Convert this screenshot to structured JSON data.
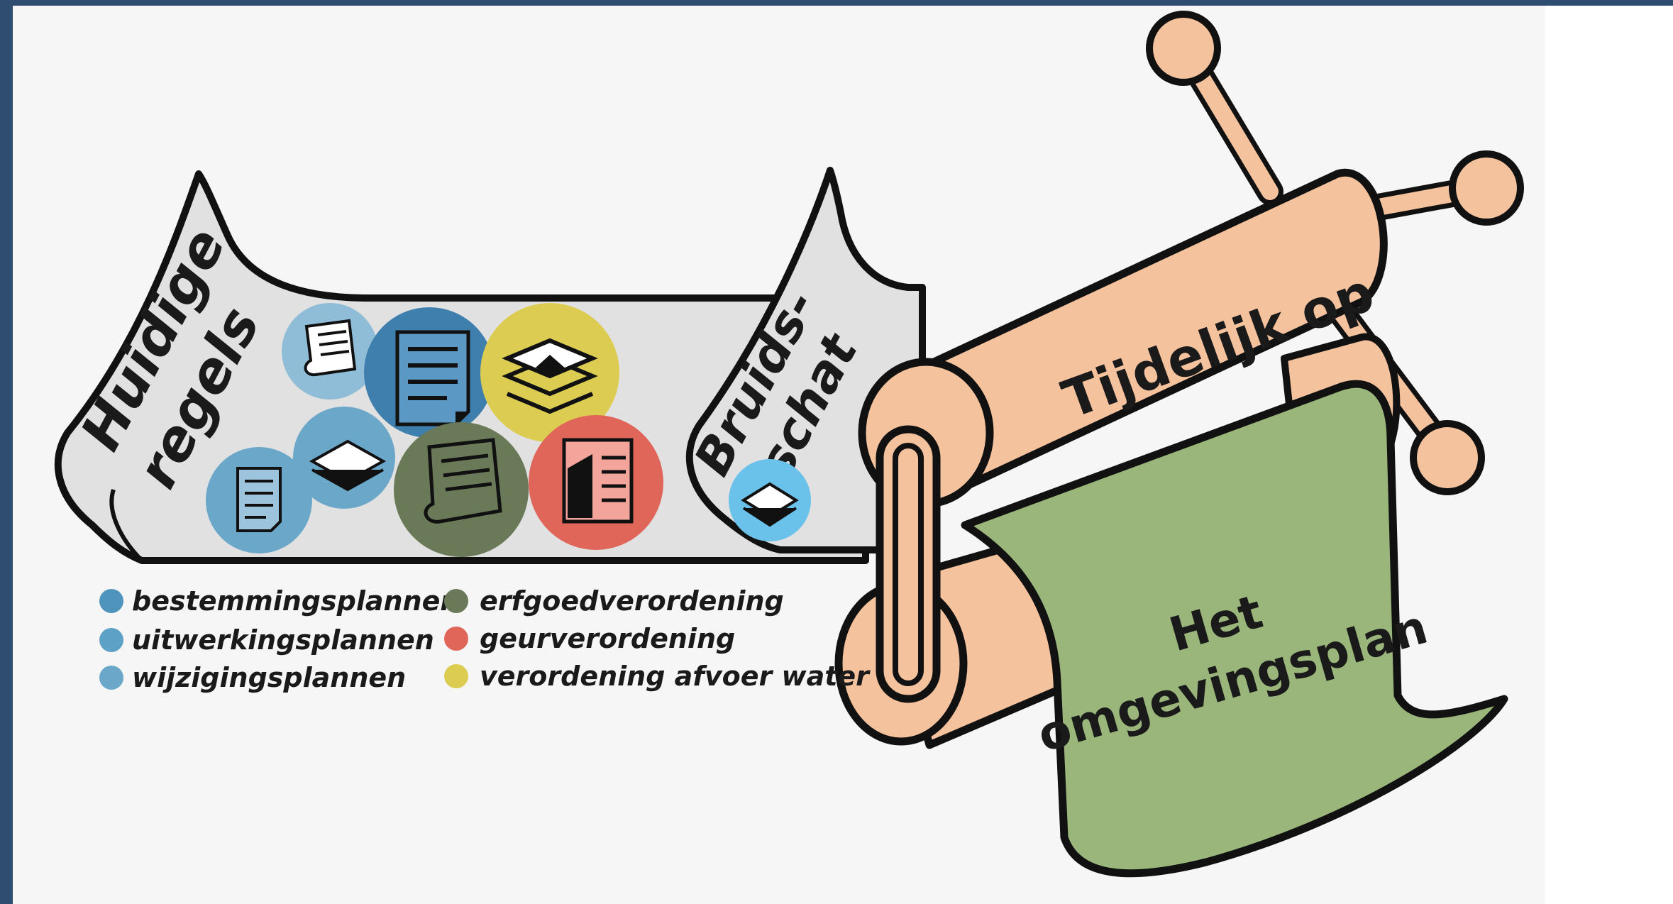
{
  "diagram": {
    "left_scroll_title": "Huidige regels",
    "left_scroll_title_lines": [
      "Huidige",
      "regels"
    ],
    "middle_scroll_title_lines": [
      "Bruids-",
      "schat"
    ],
    "roller_label": "Tijdelijk op",
    "output_label_lines": [
      "Het",
      "omgevingsplan"
    ]
  },
  "legend": {
    "column_left": [
      {
        "label": "bestemmingsplannen",
        "color": "#4f94bd"
      },
      {
        "label": "uitwerkingsplannen",
        "color": "#5ea1c7"
      },
      {
        "label": "wijzigingsplannen",
        "color": "#6aa7c9"
      }
    ],
    "column_right": [
      {
        "label": "erfgoedverordening",
        "color": "#6a7a58"
      },
      {
        "label": "geurverordening",
        "color": "#e0665a"
      },
      {
        "label": "verordening afvoer water",
        "color": "#dccd52"
      }
    ]
  },
  "colors": {
    "frame": "#2e4d70",
    "scroll_fill": "#e1e1e1",
    "roller_fill": "#f5c29e",
    "plan_fill": "#9ab67a",
    "outline": "#111111"
  }
}
